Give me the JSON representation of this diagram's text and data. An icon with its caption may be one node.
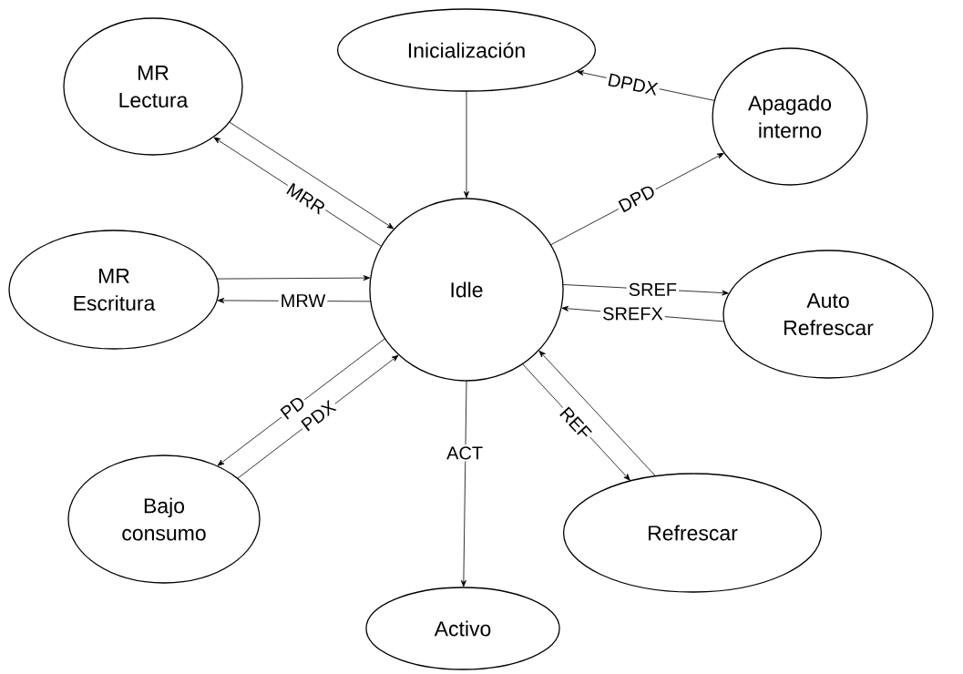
{
  "diagram": {
    "nodes": [
      {
        "text": [
          "Inicialización"
        ]
      },
      {
        "text": [
          "MR Lectura"
        ]
      },
      {
        "text": [
          "Apagado interno"
        ]
      },
      {
        "text": [
          "MR Escritura"
        ]
      },
      {
        "text": [
          "Idle"
        ]
      },
      {
        "text": [
          "Auto Refrescar"
        ]
      },
      {
        "text": [
          "Bajo consumo"
        ]
      },
      {
        "text": [
          "Refrescar"
        ]
      },
      {
        "text": [
          "Activo"
        ]
      }
    ],
    "edges": [
      {
        "from": 0,
        "to": 4,
        "arrow": "to"
      },
      {
        "from": 4,
        "to": 1,
        "arrow": "to",
        "label": "MRR"
      },
      {
        "from": 1,
        "to": 4,
        "arrow": "to"
      },
      {
        "from": 2,
        "to": 0,
        "arrow": "to",
        "label": "DPDX"
      },
      {
        "from": 4,
        "to": 2,
        "arrow": "to",
        "label": "DPD"
      },
      {
        "from": 3,
        "to": 4,
        "arrow": "to"
      },
      {
        "from": 4,
        "to": 3,
        "arrow": "to",
        "label": "MRW"
      },
      {
        "from": 4,
        "to": 5,
        "arrow": "to",
        "label": "SREF"
      },
      {
        "from": 5,
        "to": 4,
        "arrow": "to",
        "label": "SREFX"
      },
      {
        "from": 6,
        "to": 4,
        "arrow": "to",
        "label": "PDX"
      },
      {
        "from": 4,
        "to": 6,
        "arrow": "to",
        "label": "PD"
      },
      {
        "from": 4,
        "to": 7,
        "arrow": "to",
        "label": "REF"
      },
      {
        "from": 7,
        "to": 4,
        "arrow": "to"
      },
      {
        "from": 4,
        "to": 8,
        "arrow": "to",
        "label": "ACT"
      }
    ]
  }
}
